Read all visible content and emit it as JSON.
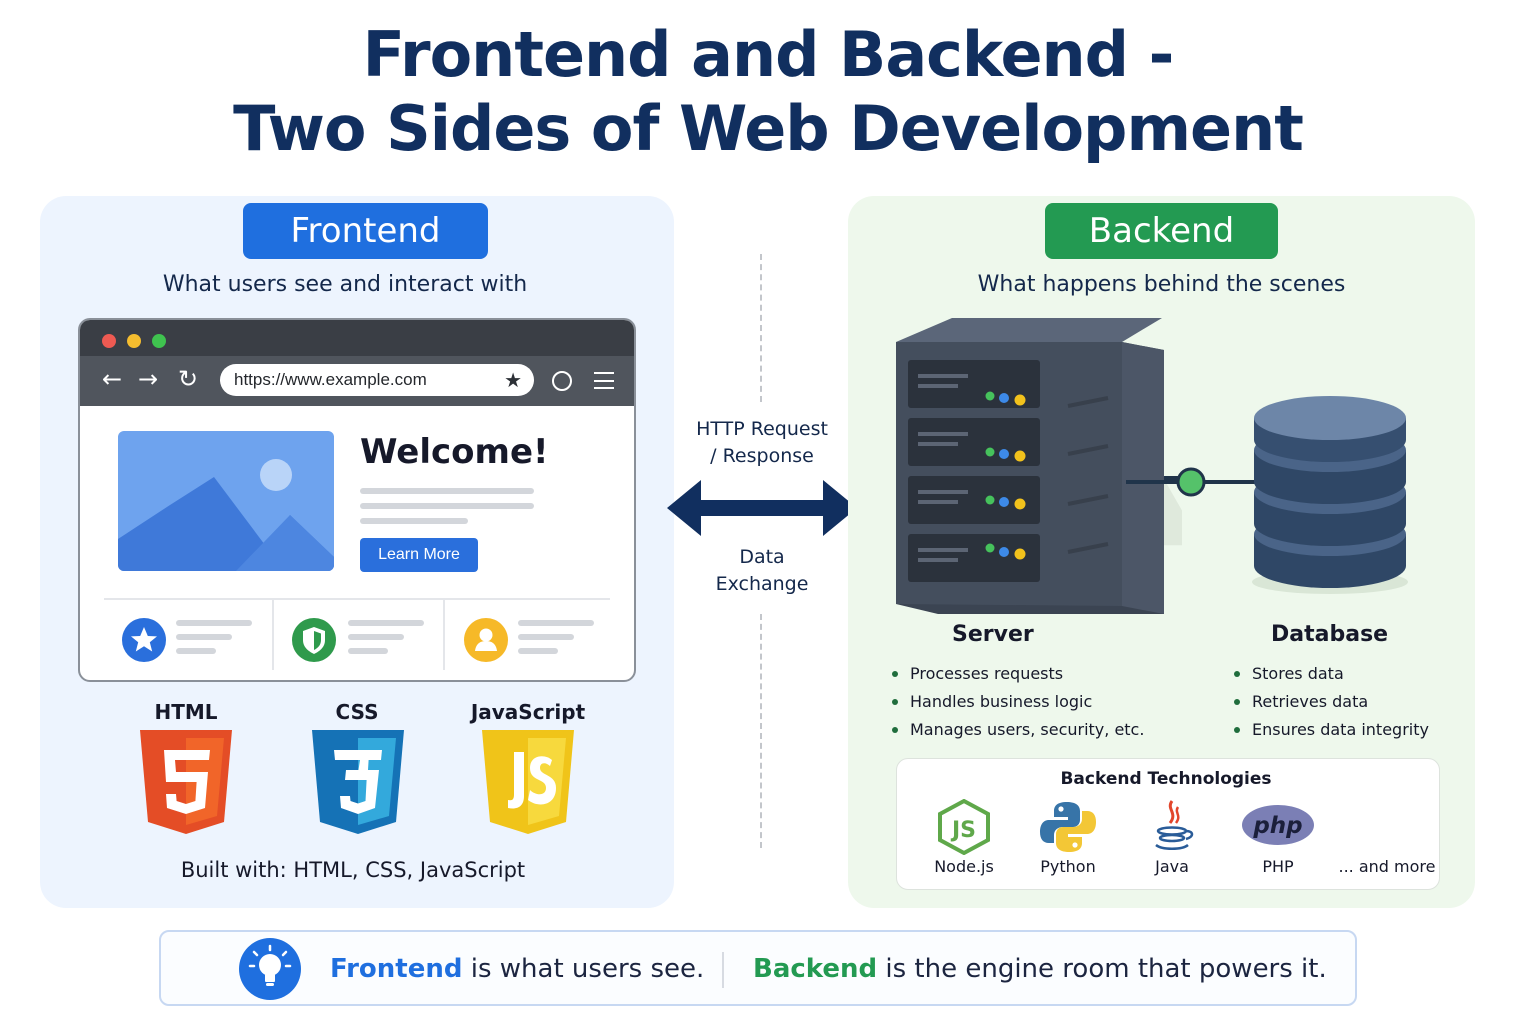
{
  "title_line1": "Frontend and Backend -",
  "title_line2": "Two Sides of Web Development",
  "colors": {
    "frontend_blue": "#1f6fdf",
    "backend_green": "#239a52",
    "navy": "#112f5f"
  },
  "frontend": {
    "label": "Frontend",
    "subtitle": "What users see and interact with",
    "browser": {
      "url": "https://www.example.com",
      "heading": "Welcome!",
      "cta_label": "Learn More",
      "icons": [
        "back-arrow-icon",
        "forward-arrow-icon",
        "reload-icon",
        "star-icon",
        "circle-icon",
        "menu-icon"
      ],
      "features": [
        "star-icon",
        "shield-icon",
        "user-icon"
      ]
    },
    "technologies": [
      "HTML",
      "CSS",
      "JavaScript"
    ],
    "built_with": "Built with: HTML, CSS, JavaScript"
  },
  "middle": {
    "top_label_1": "HTTP Request",
    "top_label_2": "/ Response",
    "bottom_label_1": "Data",
    "bottom_label_2": "Exchange"
  },
  "backend": {
    "label": "Backend",
    "subtitle": "What happens behind the scenes",
    "server": {
      "title": "Server",
      "points": [
        "Processes requests",
        "Handles business logic",
        "Manages users, security, etc."
      ]
    },
    "database": {
      "title": "Database",
      "points": [
        "Stores data",
        "Retrieves data",
        "Ensures data integrity"
      ]
    },
    "tech_box": {
      "title": "Backend Technologies",
      "items": [
        "Node.js",
        "Python",
        "Java",
        "PHP",
        "... and more"
      ]
    }
  },
  "footer": {
    "frontend_word": "Frontend",
    "frontend_text": " is what users see.",
    "backend_word": "Backend",
    "backend_text": " is the engine room that powers it."
  }
}
